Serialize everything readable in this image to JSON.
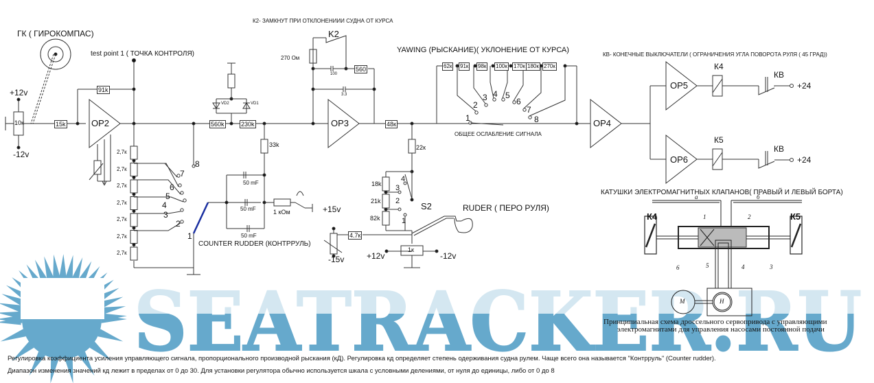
{
  "title_gyro": "ГК ( ГИРОКОМПАС)",
  "test_point": "test point 1 ( ТОЧКА КОНТРОЛЯ)",
  "k2_note": "К2- ЗАМКНУТ ПРИ ОТКЛОНЕНИИИ СУДНА ОТ КУРСА",
  "yawing_title": "YAWING (РЫСКАНИЕ)( УКЛОНЕНИЕ ОТ КУРСА)",
  "kv_note": "КВ- КОНЕЧНЫЕ ВЫКЛЮЧАТЕЛИ ( ОГРАНИЧЕНИЯ УГЛА  ПОВОРОТА РУЛЯ ( 45 ГРАД))",
  "coils_title": "КАТУШКИ ЭЛЕКТРОМАГНИТНЫХ КЛАПАНОВ( ПРАВЫЙ И ЛЕВЫЙ БОРТА)",
  "attenuation_label": "ОБЩЕЕ ОСЛАБЛЕНИЕ СИГНАЛА",
  "counter_rudder_label": "COUNTER RUDDER (КОНТРРУЛЬ)",
  "ruder_label": "RUDER  ( ПЕРО РУЛЯ)",
  "switch_s2": "S2",
  "power": {
    "p12": "+12v",
    "m12": "-12v",
    "p15": "+15v",
    "m15": "-15v",
    "p24": "+24"
  },
  "opamps": [
    "OP2",
    "OP3",
    "OP4",
    "OP5",
    "OP6"
  ],
  "relays": [
    "К4",
    "К5"
  ],
  "limit_switch": "КВ",
  "k2_label": "K2",
  "resistors": {
    "gyro_pot": "10к",
    "input": "15k",
    "feedback_op2": "91k",
    "r560k": "560k",
    "r230k": "230k",
    "r270": "270 Ом",
    "r560": "560",
    "r48k": "48к",
    "r33k": "33k",
    "r1kom": "1 кОм",
    "r22k": "22к",
    "r18k": "18k",
    "r21k": "21k",
    "r82k": "82k",
    "r47k": "4.7к",
    "r1k": "1к",
    "ladder": [
      "2,7к",
      "2,7к",
      "2,7к",
      "2,7к",
      "2,7к",
      "2,7к",
      "2,7к"
    ],
    "yaw_chain": [
      "62к",
      "91к",
      "98к",
      "100к",
      "170к",
      "180к",
      "270к"
    ]
  },
  "capacitors": {
    "c100": "100",
    "c33": "3.3",
    "c50": [
      "50 mF",
      "50 mF",
      "50 mF"
    ]
  },
  "diodes": [
    "VD2",
    "VD1"
  ],
  "switch_positions_cr": [
    "1",
    "2",
    "3",
    "4",
    "5",
    "6",
    "7",
    "8"
  ],
  "switch_positions_yaw": [
    "1",
    "2",
    "3",
    "4",
    "5",
    "6",
    "7",
    "8"
  ],
  "switch_positions_s2": [
    "1",
    "2",
    "3",
    "4"
  ],
  "valve": {
    "k4": "К4",
    "k5": "К5",
    "ports": [
      "a",
      "б"
    ],
    "chambers": [
      "1",
      "2"
    ],
    "parts": [
      "6",
      "5",
      "4",
      "3"
    ],
    "motor": "М",
    "pump": "Н"
  },
  "caption_serif": [
    "Принципиальная схема дроссельного сервопривода с управляющими",
    "электромагнитами для управления насосами постоянной подачи"
  ],
  "watermark": "SEATRACKER.RU",
  "footer": [
    "Регулировка коэффициента усиления управляющего сигнала, пропорционального производной рыскания (кД). Регулировка кд определяет степень одерживания судна рулем. Чаще всего она называется \"Контрруль\" (Counter rudder).",
    "Диапазон изменения значений кд лежит в пределах от 0 до 30. Для установки регулятора обычно используется шкала с условными делениями, от нуля до единицы, либо от 0 до  8"
  ],
  "colors": {
    "watermark": "#66a9cc",
    "wire": "#333333",
    "wiper_blue": "#1a2fa0"
  }
}
